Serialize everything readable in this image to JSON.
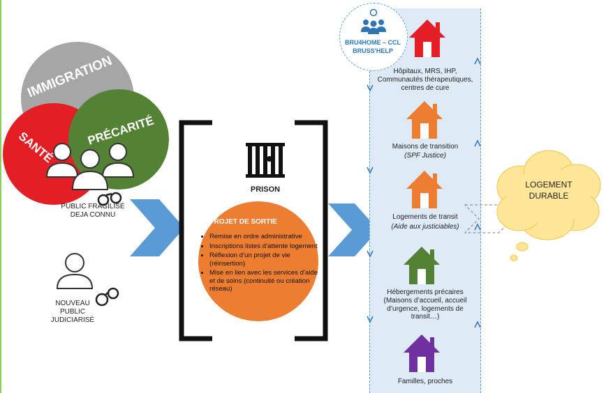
{
  "circles": {
    "immigration": "IMMIGRATION",
    "sante": "SANTÉ",
    "precarite": "PRÉCARITÉ"
  },
  "public": {
    "known": "PUBLIC FRAGILISÉ DEJA CONNU",
    "new": "NOUVEAU PUBLIC JUDICIARISÉ"
  },
  "prison": {
    "label": "PRISON",
    "projet_title": "PROJET DE SORTIE",
    "items": [
      "Remise en ordre administrative",
      "Inscriptions listes d’attente logement",
      "Réflexion d’un projet de vie (réinsertion)",
      "Mise en lien avec les services d’aide et de soins (continuité ou création réseau)"
    ]
  },
  "partner": {
    "line1": "BRU4HOME – CCL",
    "line2": "BRUSS'HELP"
  },
  "housing": [
    {
      "label": "Hôpitaux, MRS, IHP, Communautés thérapeutiques, centres de cure",
      "color": "#e31e24"
    },
    {
      "label": "Maisons de transition",
      "sub": "(SPF Justice)",
      "color": "#ed7d31"
    },
    {
      "label": "Logements de transit",
      "sub": "(Aide aux justiciables)",
      "color": "#ed7d31"
    },
    {
      "label": "Hébergements précaires (Maisons d’accueil, accueil d’urgence, logements de transit…)",
      "color": "#548235"
    },
    {
      "label": "Familles, proches",
      "color": "#7030a0"
    }
  ],
  "cloud": {
    "line1": "LOGEMENT",
    "line2": "DURABLE"
  },
  "colors": {
    "immigration": "#a6a6a6",
    "sante": "#e31e24",
    "precarite": "#548235",
    "projet": "#ed7d31",
    "arrow": "#5b9bd5",
    "cloud": "#ffe699",
    "column": "#deebf7"
  }
}
